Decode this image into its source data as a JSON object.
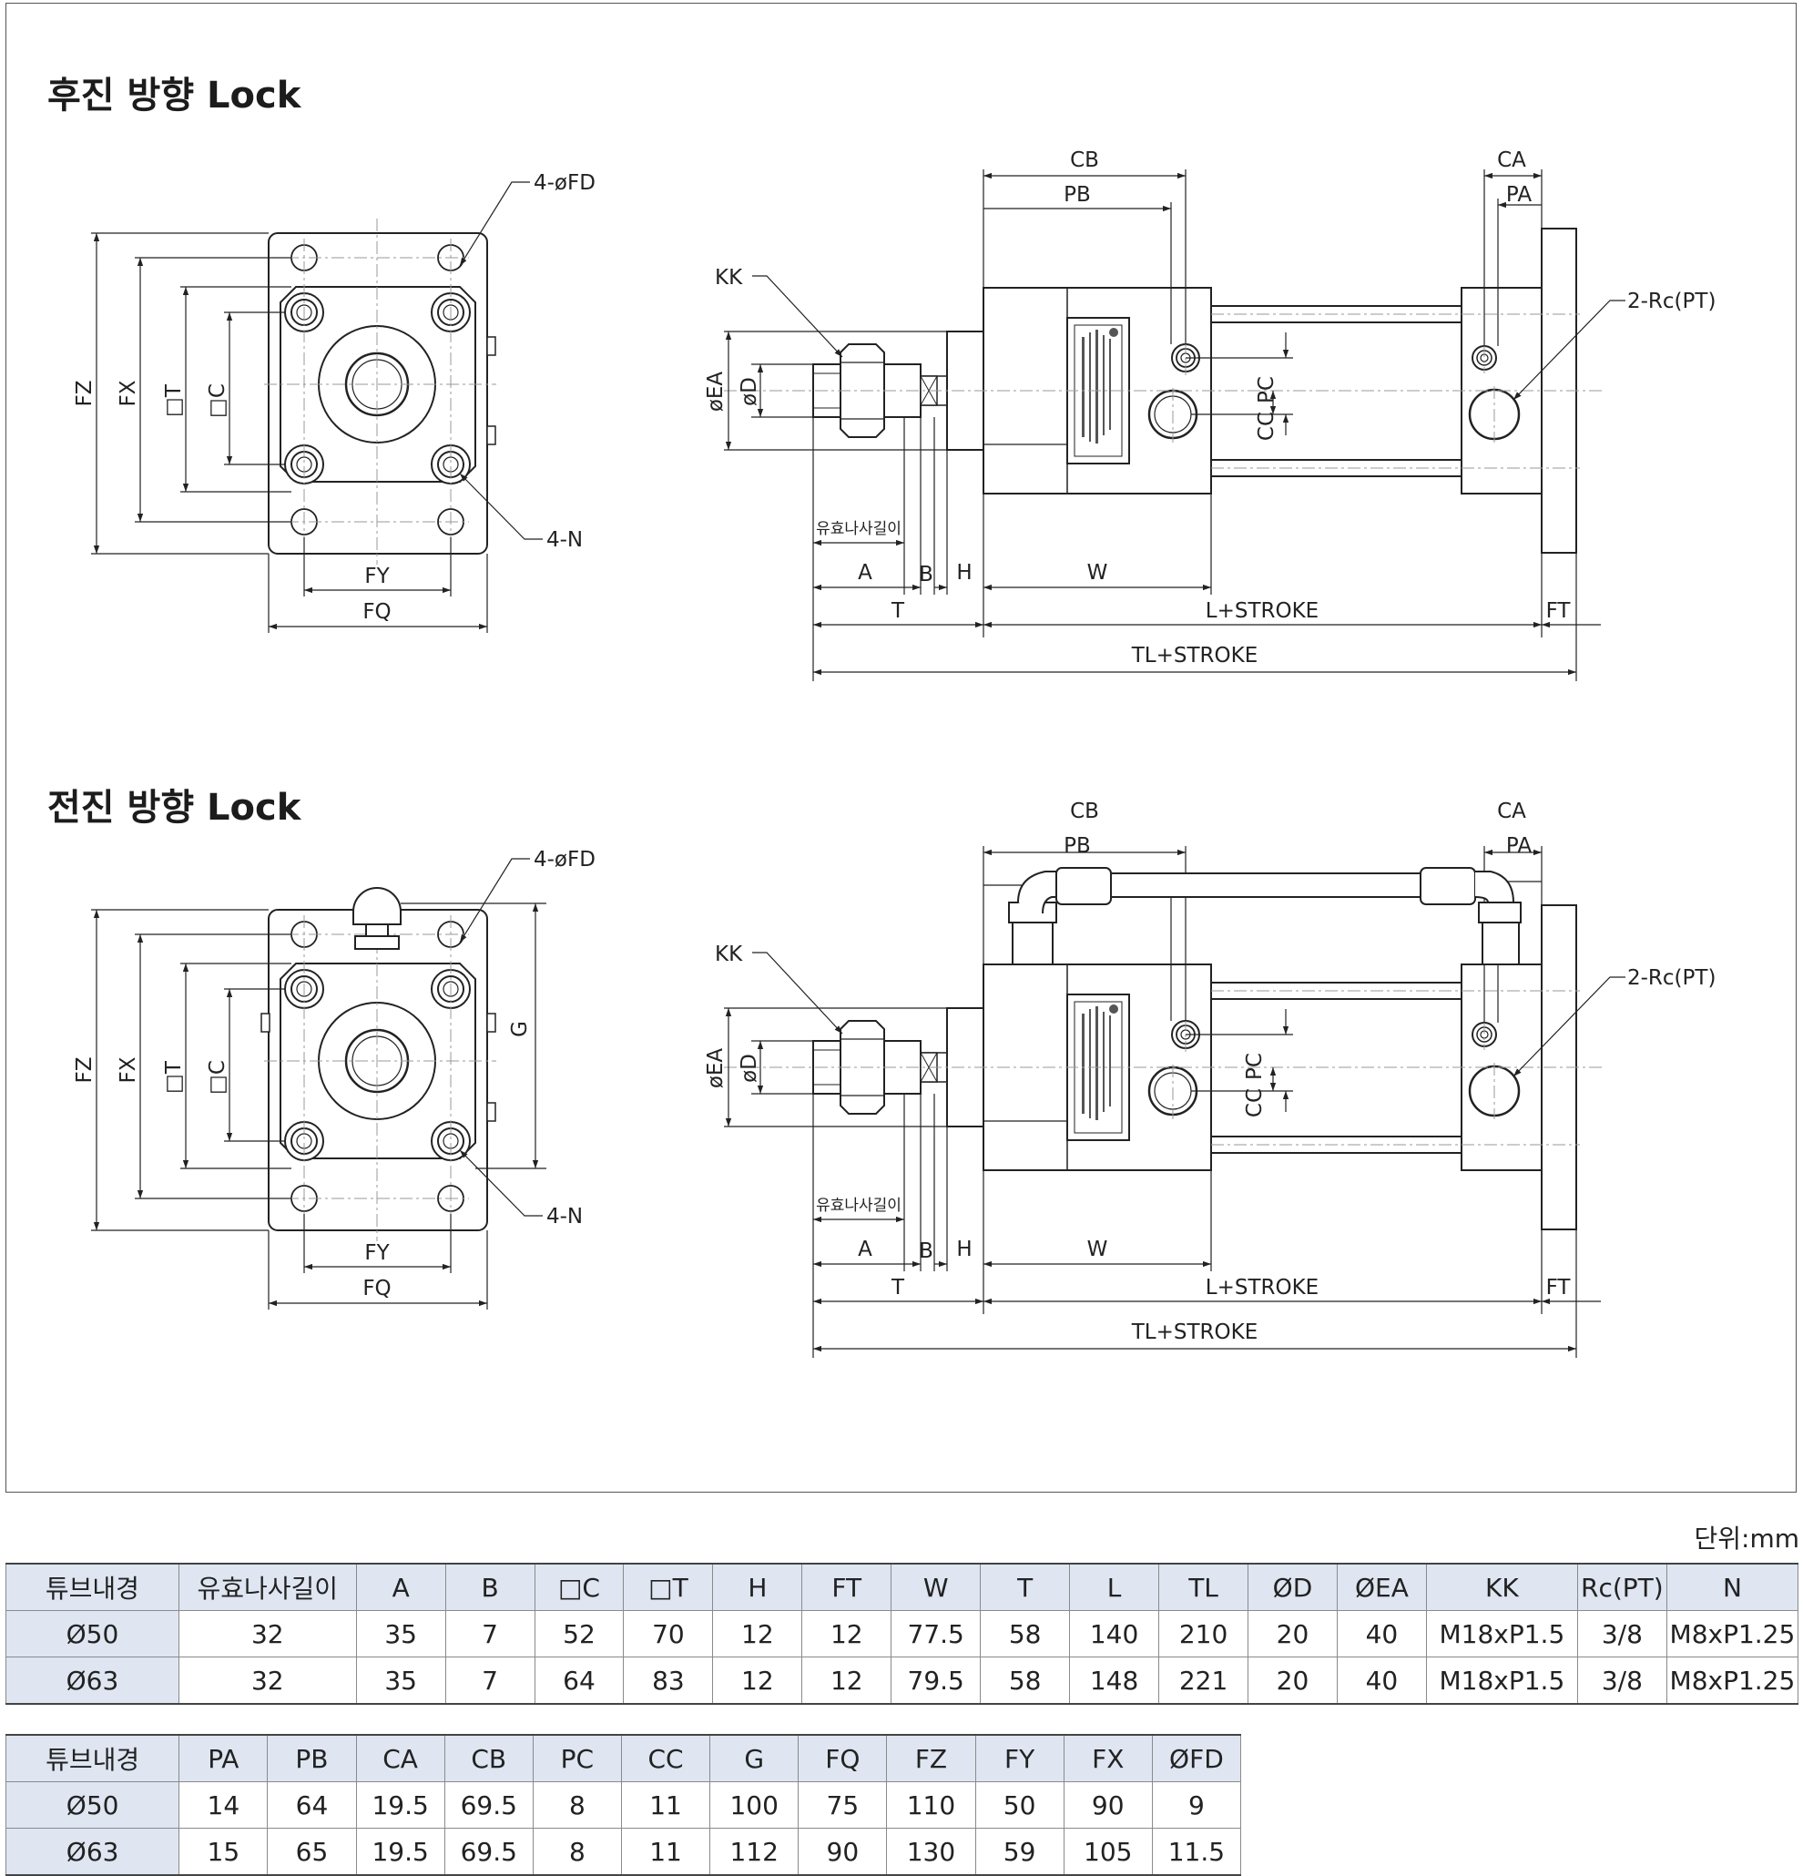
{
  "sections": [
    {
      "title": "후진 방향 Lock",
      "labels": {
        "fd": "4-øFD",
        "n": "4-N",
        "fz": "FZ",
        "fx": "FX",
        "t": "□T",
        "c": "□C",
        "fy": "FY",
        "fq": "FQ",
        "kk": "KK",
        "ea": "øEA",
        "d": "øD",
        "cb": "CB",
        "pb": "PB",
        "ca": "CA",
        "pa": "PA",
        "rc": "2-Rc(PT)",
        "cc": "CC",
        "pc": "PC",
        "thread": "유효나사길이",
        "a": "A",
        "b": "B",
        "h": "H",
        "w": "W",
        "tt": "T",
        "lstroke": "L+STROKE",
        "ft": "FT",
        "tlstroke": "TL+STROKE"
      }
    },
    {
      "title": "전진 방향 Lock",
      "labels": {
        "fd": "4-øFD",
        "n": "4-N",
        "fz": "FZ",
        "fx": "FX",
        "t": "□T",
        "c": "□C",
        "g": "G",
        "fy": "FY",
        "fq": "FQ",
        "kk": "KK",
        "ea": "øEA",
        "d": "øD",
        "cb": "CB",
        "pb": "PB",
        "ca": "CA",
        "pa": "PA",
        "rc": "2-Rc(PT)",
        "cc": "CC",
        "pc": "PC",
        "thread": "유효나사길이",
        "a": "A",
        "b": "B",
        "h": "H",
        "w": "W",
        "tt": "T",
        "lstroke": "L+STROKE",
        "ft": "FT",
        "tlstroke": "TL+STROKE"
      }
    }
  ],
  "unit_label": "단위:mm",
  "table1": {
    "headers": [
      "튜브내경",
      "유효나사길이",
      "A",
      "B",
      "□C",
      "□T",
      "H",
      "FT",
      "W",
      "T",
      "L",
      "TL",
      "ØD",
      "ØEA",
      "KK",
      "Rc(PT)",
      "N"
    ],
    "rows": [
      [
        "Ø50",
        "32",
        "35",
        "7",
        "52",
        "70",
        "12",
        "12",
        "77.5",
        "58",
        "140",
        "210",
        "20",
        "40",
        "M18xP1.5",
        "3/8",
        "M8xP1.25"
      ],
      [
        "Ø63",
        "32",
        "35",
        "7",
        "64",
        "83",
        "12",
        "12",
        "79.5",
        "58",
        "148",
        "221",
        "20",
        "40",
        "M18xP1.5",
        "3/8",
        "M8xP1.25"
      ]
    ]
  },
  "table2": {
    "headers": [
      "튜브내경",
      "PA",
      "PB",
      "CA",
      "CB",
      "PC",
      "CC",
      "G",
      "FQ",
      "FZ",
      "FY",
      "FX",
      "ØFD"
    ],
    "rows": [
      [
        "Ø50",
        "14",
        "64",
        "19.5",
        "69.5",
        "8",
        "11",
        "100",
        "75",
        "110",
        "50",
        "90",
        "9"
      ],
      [
        "Ø63",
        "15",
        "65",
        "19.5",
        "69.5",
        "8",
        "11",
        "112",
        "90",
        "130",
        "59",
        "105",
        "11.5"
      ]
    ]
  }
}
